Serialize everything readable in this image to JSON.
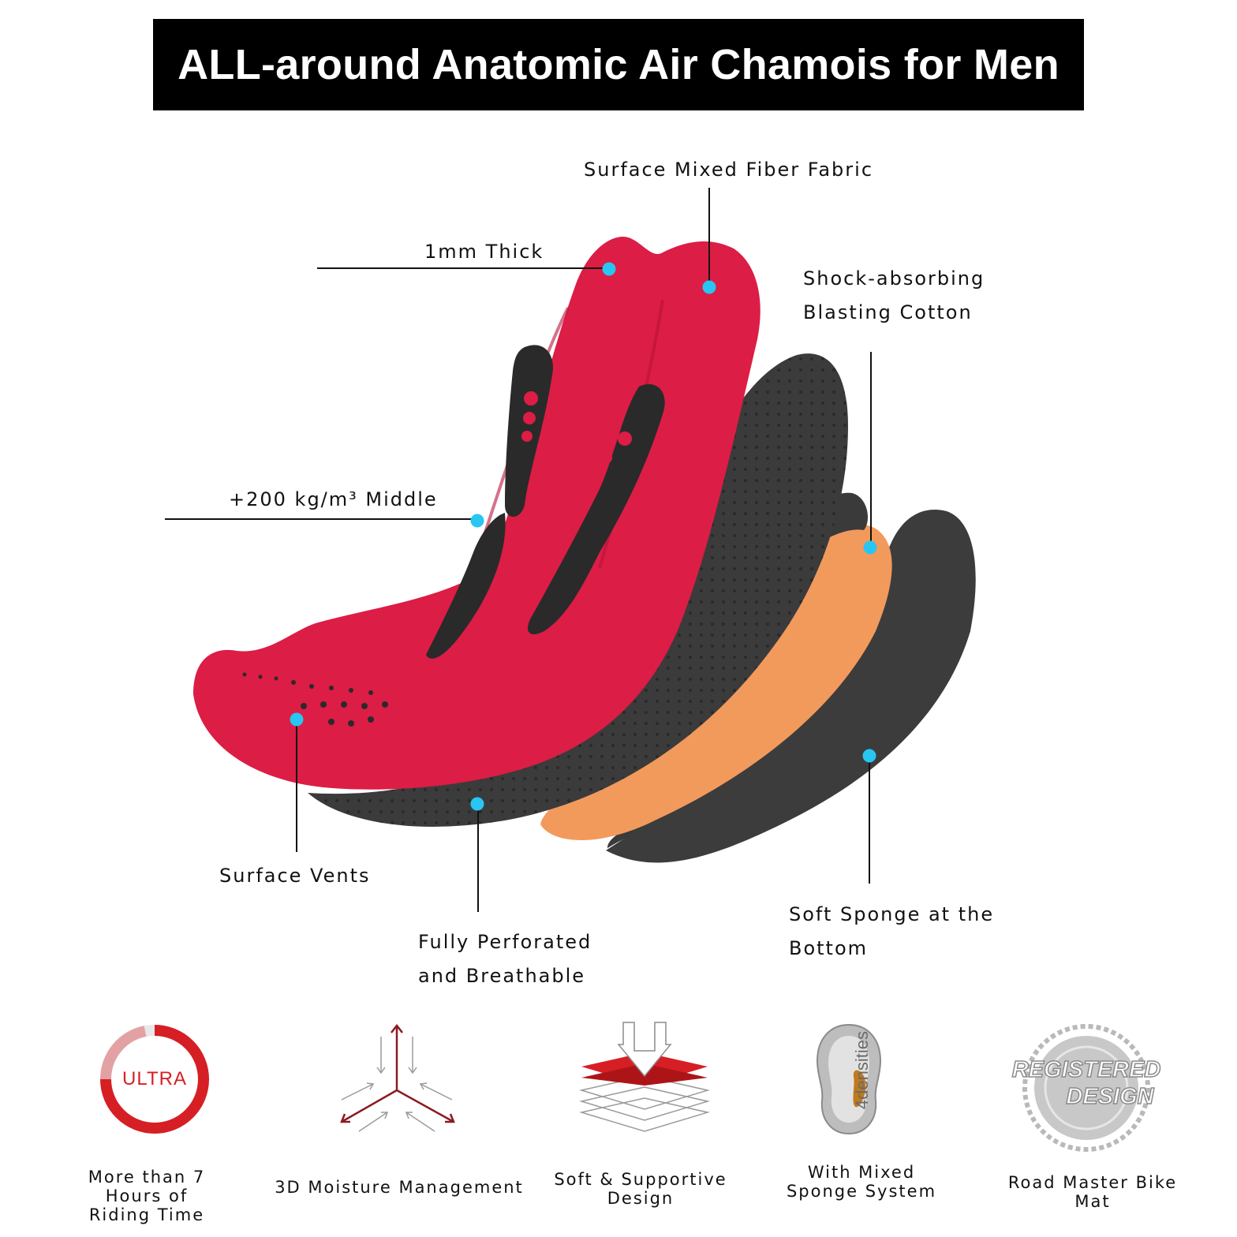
{
  "banner": {
    "title": "ALL-around Anatomic Air Chamois for Men"
  },
  "callouts": {
    "surface_fabric": "Surface Mixed Fiber Fabric",
    "thick": "1mm Thick",
    "shock_line1": "Shock-absorbing",
    "shock_line2": "Blasting Cotton",
    "middle": "+200 kg/m³ Middle",
    "vents": "Surface Vents",
    "perforated_line1": "Fully Perforated",
    "perforated_line2": "and Breathable",
    "sponge_line1": "Soft Sponge at the",
    "sponge_line2": "Bottom"
  },
  "features": [
    {
      "icon": "ultra-ring-icon",
      "badge": "ULTRA",
      "caption_lines": [
        "More than 7",
        "Hours of",
        "Riding Time"
      ]
    },
    {
      "icon": "moisture-arrows-icon",
      "caption_lines": [
        "3D Moisture Management"
      ]
    },
    {
      "icon": "layers-press-icon",
      "caption_lines": [
        "Soft & Supportive",
        "Design"
      ]
    },
    {
      "icon": "densities-pad-icon",
      "badge": "4densities",
      "caption_lines": [
        "With Mixed",
        "Sponge System"
      ]
    },
    {
      "icon": "registered-design-seal-icon",
      "badge_lines": [
        "REGISTERED",
        "DESIGN"
      ],
      "caption_lines": [
        "Road Master Bike",
        "Mat"
      ]
    }
  ],
  "colors": {
    "banner": "#000000",
    "red_pad": "#dc1d45",
    "dark_layer": "#3a3a3a",
    "orange_layer": "#f29a5c",
    "dot": "#27c6f3",
    "accent_red": "#d61f24"
  }
}
